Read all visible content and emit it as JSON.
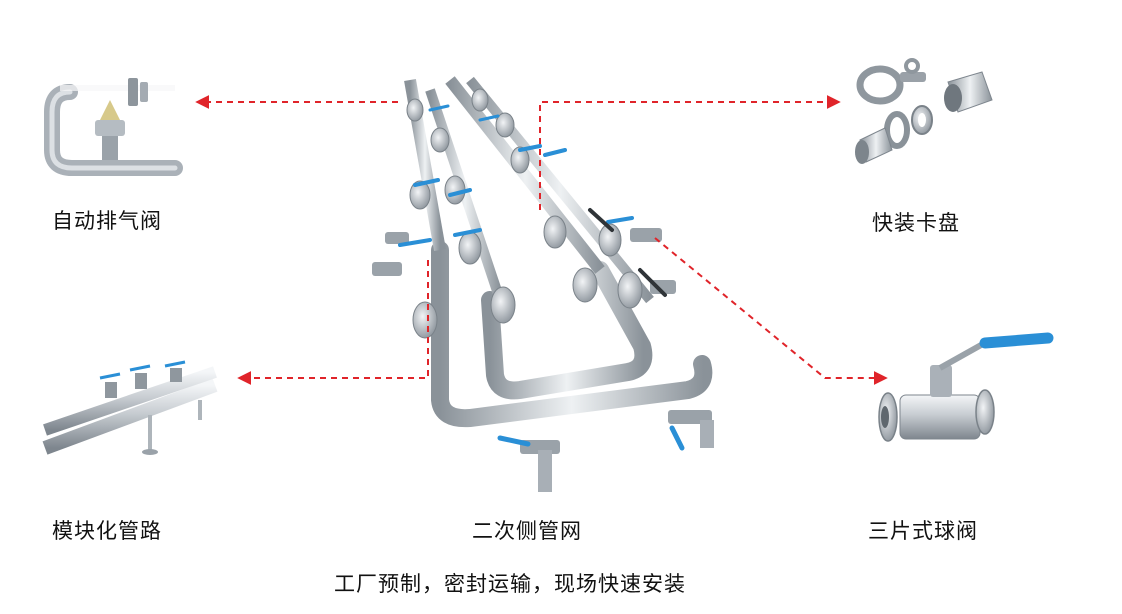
{
  "labels": {
    "auto_vent_valve": "自动排气阀",
    "quick_clamp": "快装卡盘",
    "modular_piping": "模块化管路",
    "secondary_pipe_network": "二次侧管网",
    "three_piece_ball_valve": "三片式球阀"
  },
  "caption": "工厂预制，密封运输，现场快速安装",
  "colors": {
    "arrow": "#e0242a",
    "valve_handle": "#2a8fd6",
    "steel_light": "#e6e9ec",
    "steel_mid": "#b9bfc5",
    "steel_dark": "#7c848c"
  }
}
